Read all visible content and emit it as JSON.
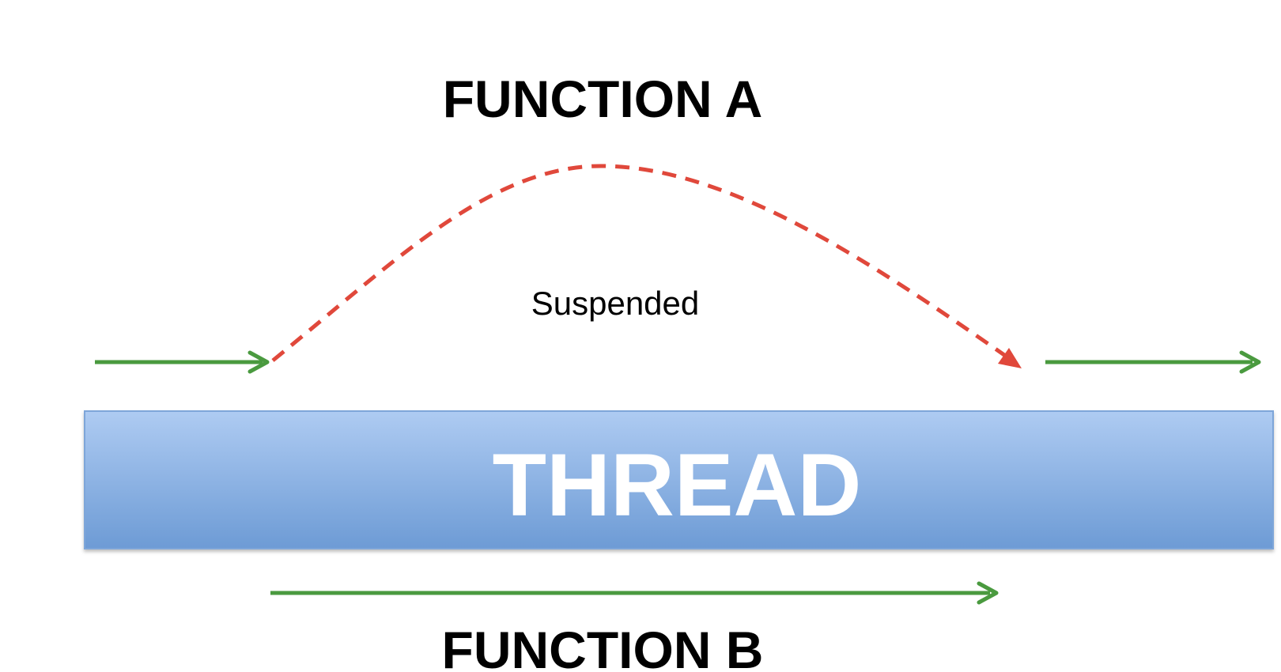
{
  "function_a": {
    "label": "FUNCTION A"
  },
  "function_b": {
    "label": "FUNCTION B"
  },
  "suspended": {
    "label": "Suspended"
  },
  "thread": {
    "label": "THREAD"
  },
  "colors": {
    "flow_arrow": "#4a9a3f",
    "suspended_arrow": "#e0483b",
    "thread_top": "#aecbf2",
    "thread_bottom": "#6d9bd5",
    "thread_border": "#7ea6d9",
    "thread_text": "#ffffff",
    "label_text": "#000000"
  }
}
